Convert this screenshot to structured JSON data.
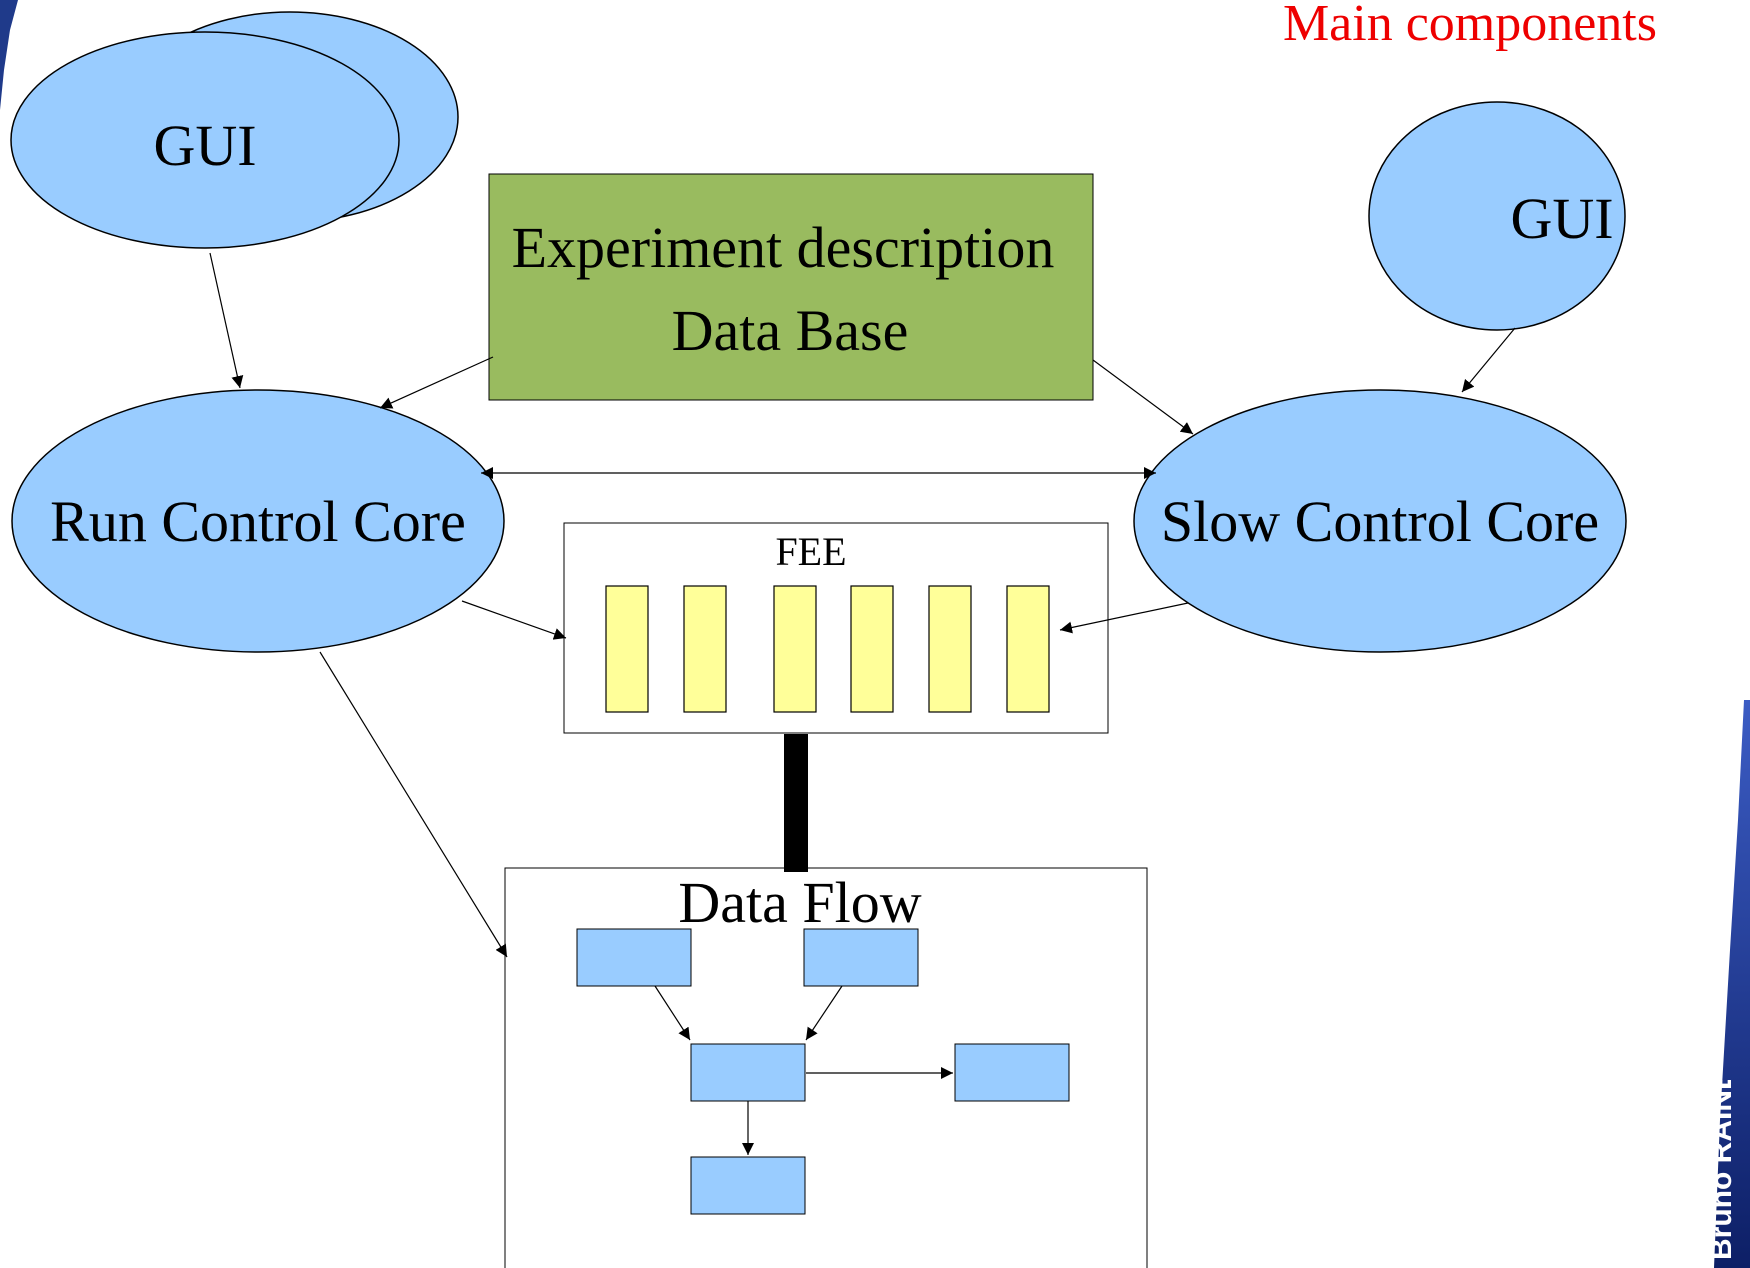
{
  "title": "Main components",
  "colors": {
    "title": "#ee0000",
    "ellipse_fill": "#99ccff",
    "database_fill": "#99bb5f",
    "fee_module_fill": "#ffff99",
    "dataflow_block_fill": "#99ccff",
    "stroke": "#000000"
  },
  "nodes": {
    "gui_left": "GUI",
    "gui_right": "GUI",
    "database_line1": "Experiment description",
    "database_line2": "Data Base",
    "run_control": "Run Control Core",
    "slow_control": "Slow Control Core",
    "fee": "FEE",
    "data_flow": "Data Flow"
  },
  "fee_module_count": 6,
  "data_flow_block_count": 5,
  "author": "Bruno RAINE"
}
